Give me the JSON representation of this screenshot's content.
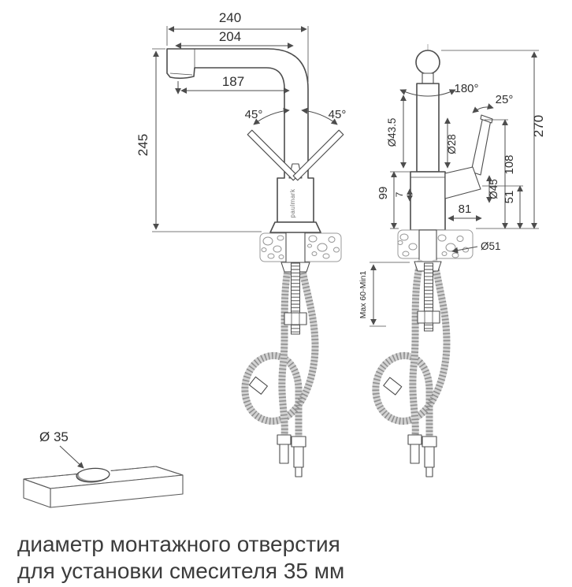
{
  "drawing": {
    "left_view": {
      "dim_width_overall": "240",
      "dim_width_spout": "204",
      "dim_reach": "187",
      "dim_height": "245",
      "angle_handle_left": "45°",
      "angle_handle_right": "45°",
      "brand": "paulmark"
    },
    "right_view": {
      "angle_swivel": "180°",
      "angle_handle": "25°",
      "dim_height_overall": "270",
      "dia_body": "Ø43.5",
      "dia_pipe": "Ø28",
      "dim_99": "99",
      "dim_7": "7",
      "dia_handle": "Ø45",
      "dim_81": "81",
      "dim_108": "108",
      "dim_51": "51",
      "dia_base": "Ø51",
      "mounting_range": "Max 60-Min1"
    },
    "hole_detail": {
      "dia_hole": "Ø 35"
    }
  },
  "caption": {
    "line1": "диаметр монтажного отверстия",
    "line2": "для установки смесителя 35 мм"
  },
  "colors": {
    "line": "#4d4d4d",
    "text": "#2f2f2f",
    "caption": "#3c3c3c",
    "hose": "#8f8f8f"
  }
}
